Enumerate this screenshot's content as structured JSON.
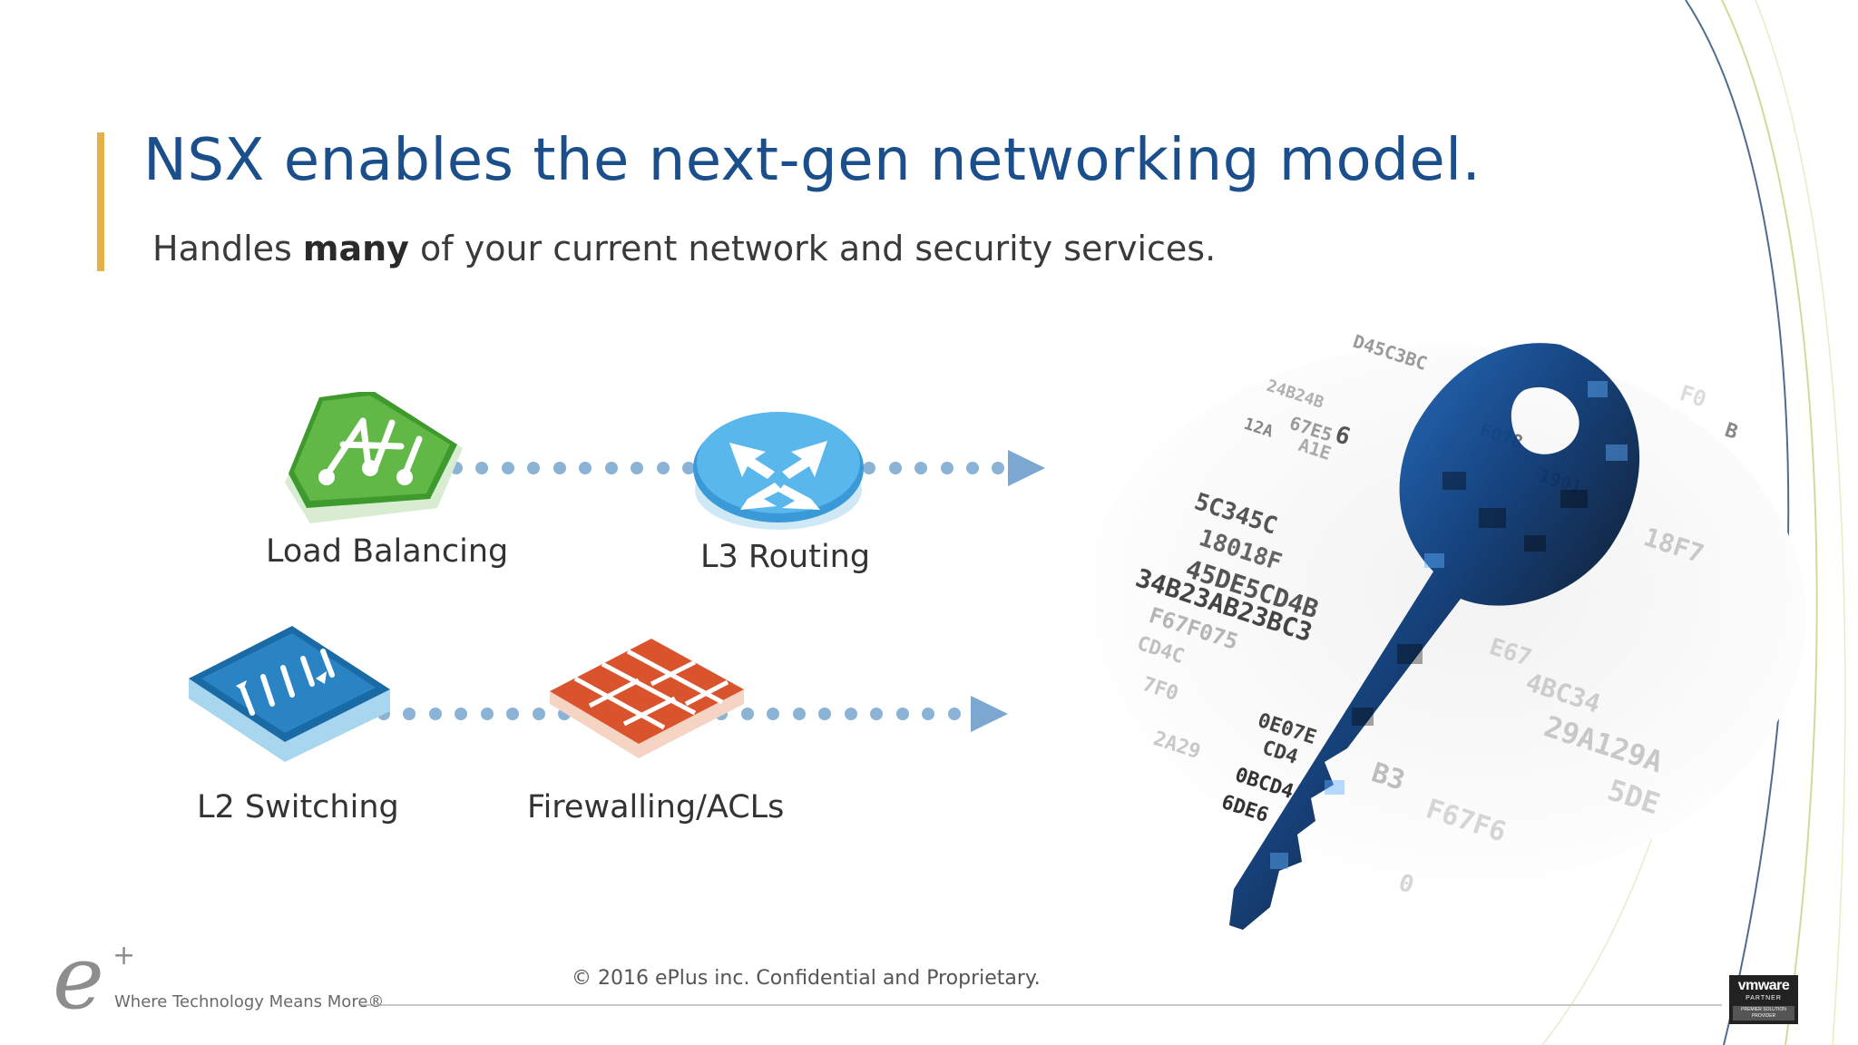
{
  "header": {
    "title": "NSX enables the next-gen networking model.",
    "subtitle_pre": "Handles ",
    "subtitle_bold": "many",
    "subtitle_post": " of your current network and security services."
  },
  "services": [
    {
      "label": "Load Balancing",
      "icon": "load-balancer-icon",
      "color": "#5aa83a"
    },
    {
      "label": "L3 Routing",
      "icon": "router-icon",
      "color": "#2f8fd0"
    },
    {
      "label": "L2 Switching",
      "icon": "switch-icon",
      "color": "#1d6fa8"
    },
    {
      "label": "Firewalling/ACLs",
      "icon": "firewall-icon",
      "color": "#e0623a"
    }
  ],
  "key_art": {
    "icon": "digital-key-icon",
    "hex_strings": [
      "D45C3BC",
      "12A",
      "24B24B",
      "67E5",
      "A1E",
      "6",
      "5C345C",
      "18018F",
      "45DE5CD4B",
      "34B23AB23BC3",
      "F67F075",
      "CD4C",
      "7F0",
      "2A29",
      "0E07E",
      "CD4",
      "0BCD4",
      "6DE6",
      "F078",
      "1901",
      "B3",
      "29A129A",
      "5DE",
      "F67F6",
      "E67",
      "4BC34",
      "18F7",
      "F0",
      "0",
      "B"
    ]
  },
  "footer": {
    "logo_letter": "e",
    "logo_plus": "+",
    "tagline": "Where Technology Means More®",
    "copyright": "© 2016 ePlus inc. Confidential and Proprietary.",
    "badge_brand": "vmware",
    "badge_partner": "PARTNER",
    "badge_tier": "PREMIER SOLUTION PROVIDER"
  },
  "colors": {
    "title": "#1b4f8c",
    "accent_bar": "#e3b04b",
    "dots": "#8ab3d6",
    "arrow": "#7ba7d1",
    "key_blue": "#1e6fd0"
  }
}
